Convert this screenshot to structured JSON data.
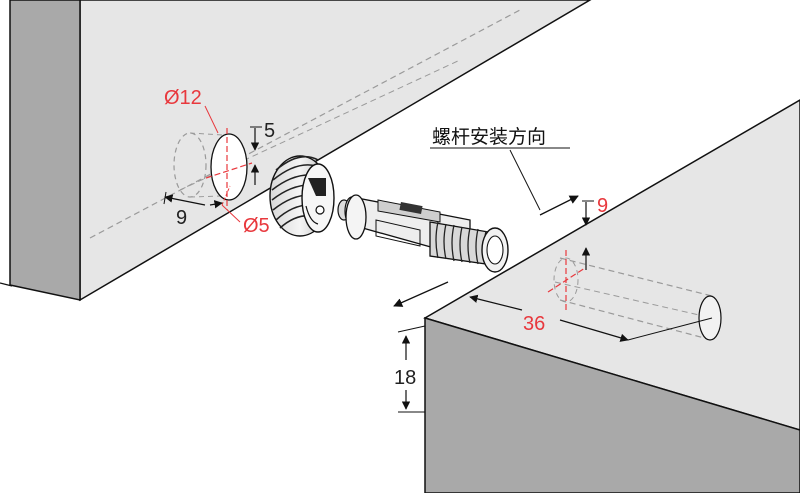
{
  "labels": {
    "dia_hole_large": "Ø12",
    "dia_hole_small": "Ø5",
    "depth_5": "5",
    "offset_9_left": "9",
    "offset_9_right": "9",
    "distance_36": "36",
    "thickness_18": "18",
    "install_direction": "螺杆安装方向"
  },
  "colors": {
    "panel_face": "#e6e6e6",
    "panel_edge": "#a9a9a9",
    "outline": "#111111",
    "hidden_line": "#9a9a9a",
    "dimension_red": "#e8383d",
    "dimension_black": "#222222"
  },
  "icons": {
    "cam_housing": "cam-lock-housing-icon",
    "dowel_bolt": "connecting-bolt-icon"
  }
}
